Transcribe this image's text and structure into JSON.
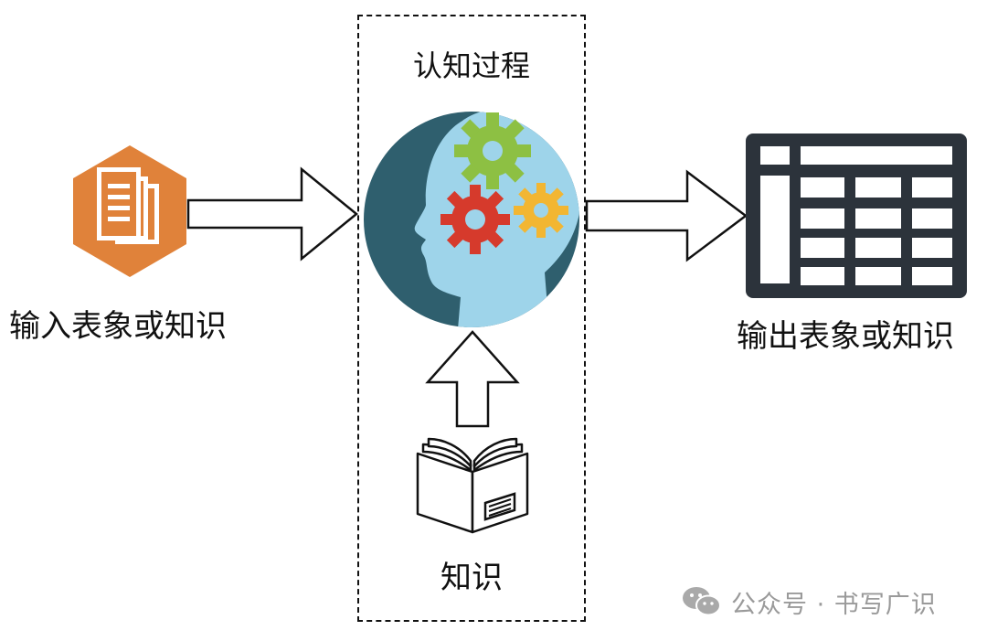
{
  "diagram": {
    "process_title": "认知过程",
    "input_label": "输入表象或知识",
    "output_label": "输出表象或知识",
    "knowledge_label": "知识",
    "icons": {
      "input": "document-hexagon-icon",
      "process": "head-gears-icon",
      "output": "table-grid-icon",
      "knowledge": "open-book-icon"
    },
    "colors": {
      "hexagon": "#E0823A",
      "head_circle": "#2F5F6E",
      "head_profile": "#9ED4EA",
      "gear_green": "#8DC043",
      "gear_red": "#D63A2C",
      "gear_yellow": "#F2B632",
      "table": "#2C333B",
      "watermark": "#9A9A9A"
    }
  },
  "watermark": {
    "icon": "wechat-icon",
    "text": "公众号 · 书写广识"
  }
}
